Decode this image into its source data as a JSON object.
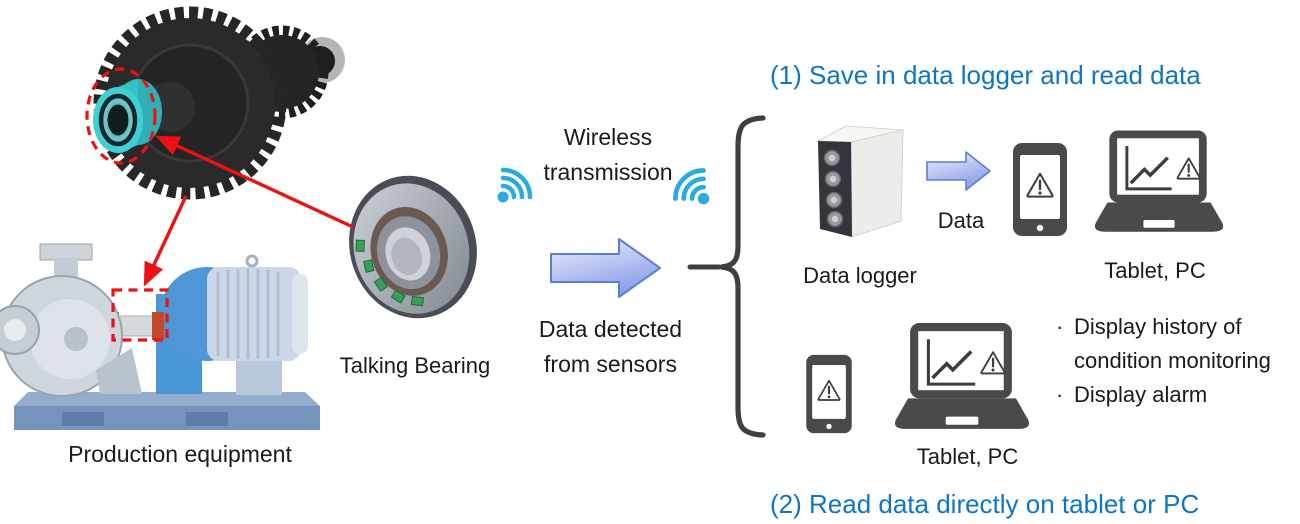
{
  "diagram": {
    "production": {
      "label": "Production equipment"
    },
    "bearing": {
      "label": "Talking Bearing"
    },
    "transmission": {
      "wireless_line1": "Wireless",
      "wireless_line2": "transmission",
      "sensor_line1": "Data detected",
      "sensor_line2": "from sensors"
    },
    "path1": {
      "heading": "(1) Save in data logger and read data",
      "logger_label": "Data logger",
      "data_label": "Data",
      "device_label": "Tablet, PC"
    },
    "path2": {
      "heading": "(2) Read data directly on tablet or PC",
      "device_label": "Tablet, PC"
    },
    "notes": {
      "marker": "·",
      "item1_line1": "Display history of",
      "item1_line2": "condition monitoring",
      "item2": "Display alarm"
    }
  },
  "icons": {
    "wifi_left": "wifi-signal-waves-up-right",
    "wifi_right": "wifi-signal-waves-up-left",
    "warning": "warning-triangle-exclamation",
    "tablet": "tablet-device",
    "laptop": "laptop-with-trend-chart",
    "flow_arrow": "gradient-right-arrow",
    "brace": "curly-brace-grouping",
    "callouts": "red-dashed-bearing-callouts"
  },
  "colors": {
    "heading_blue": "#0E76C4",
    "wifi_blue": "#29ABE2",
    "annotation_red": "#EE1111",
    "device_gray": "#4A4A4A",
    "bearing_teal": "#3EC9CE",
    "arrow_gradient_start": "#EEF1FC",
    "arrow_gradient_end": "#8D9FE9",
    "text_black": "#1A1A1A"
  }
}
